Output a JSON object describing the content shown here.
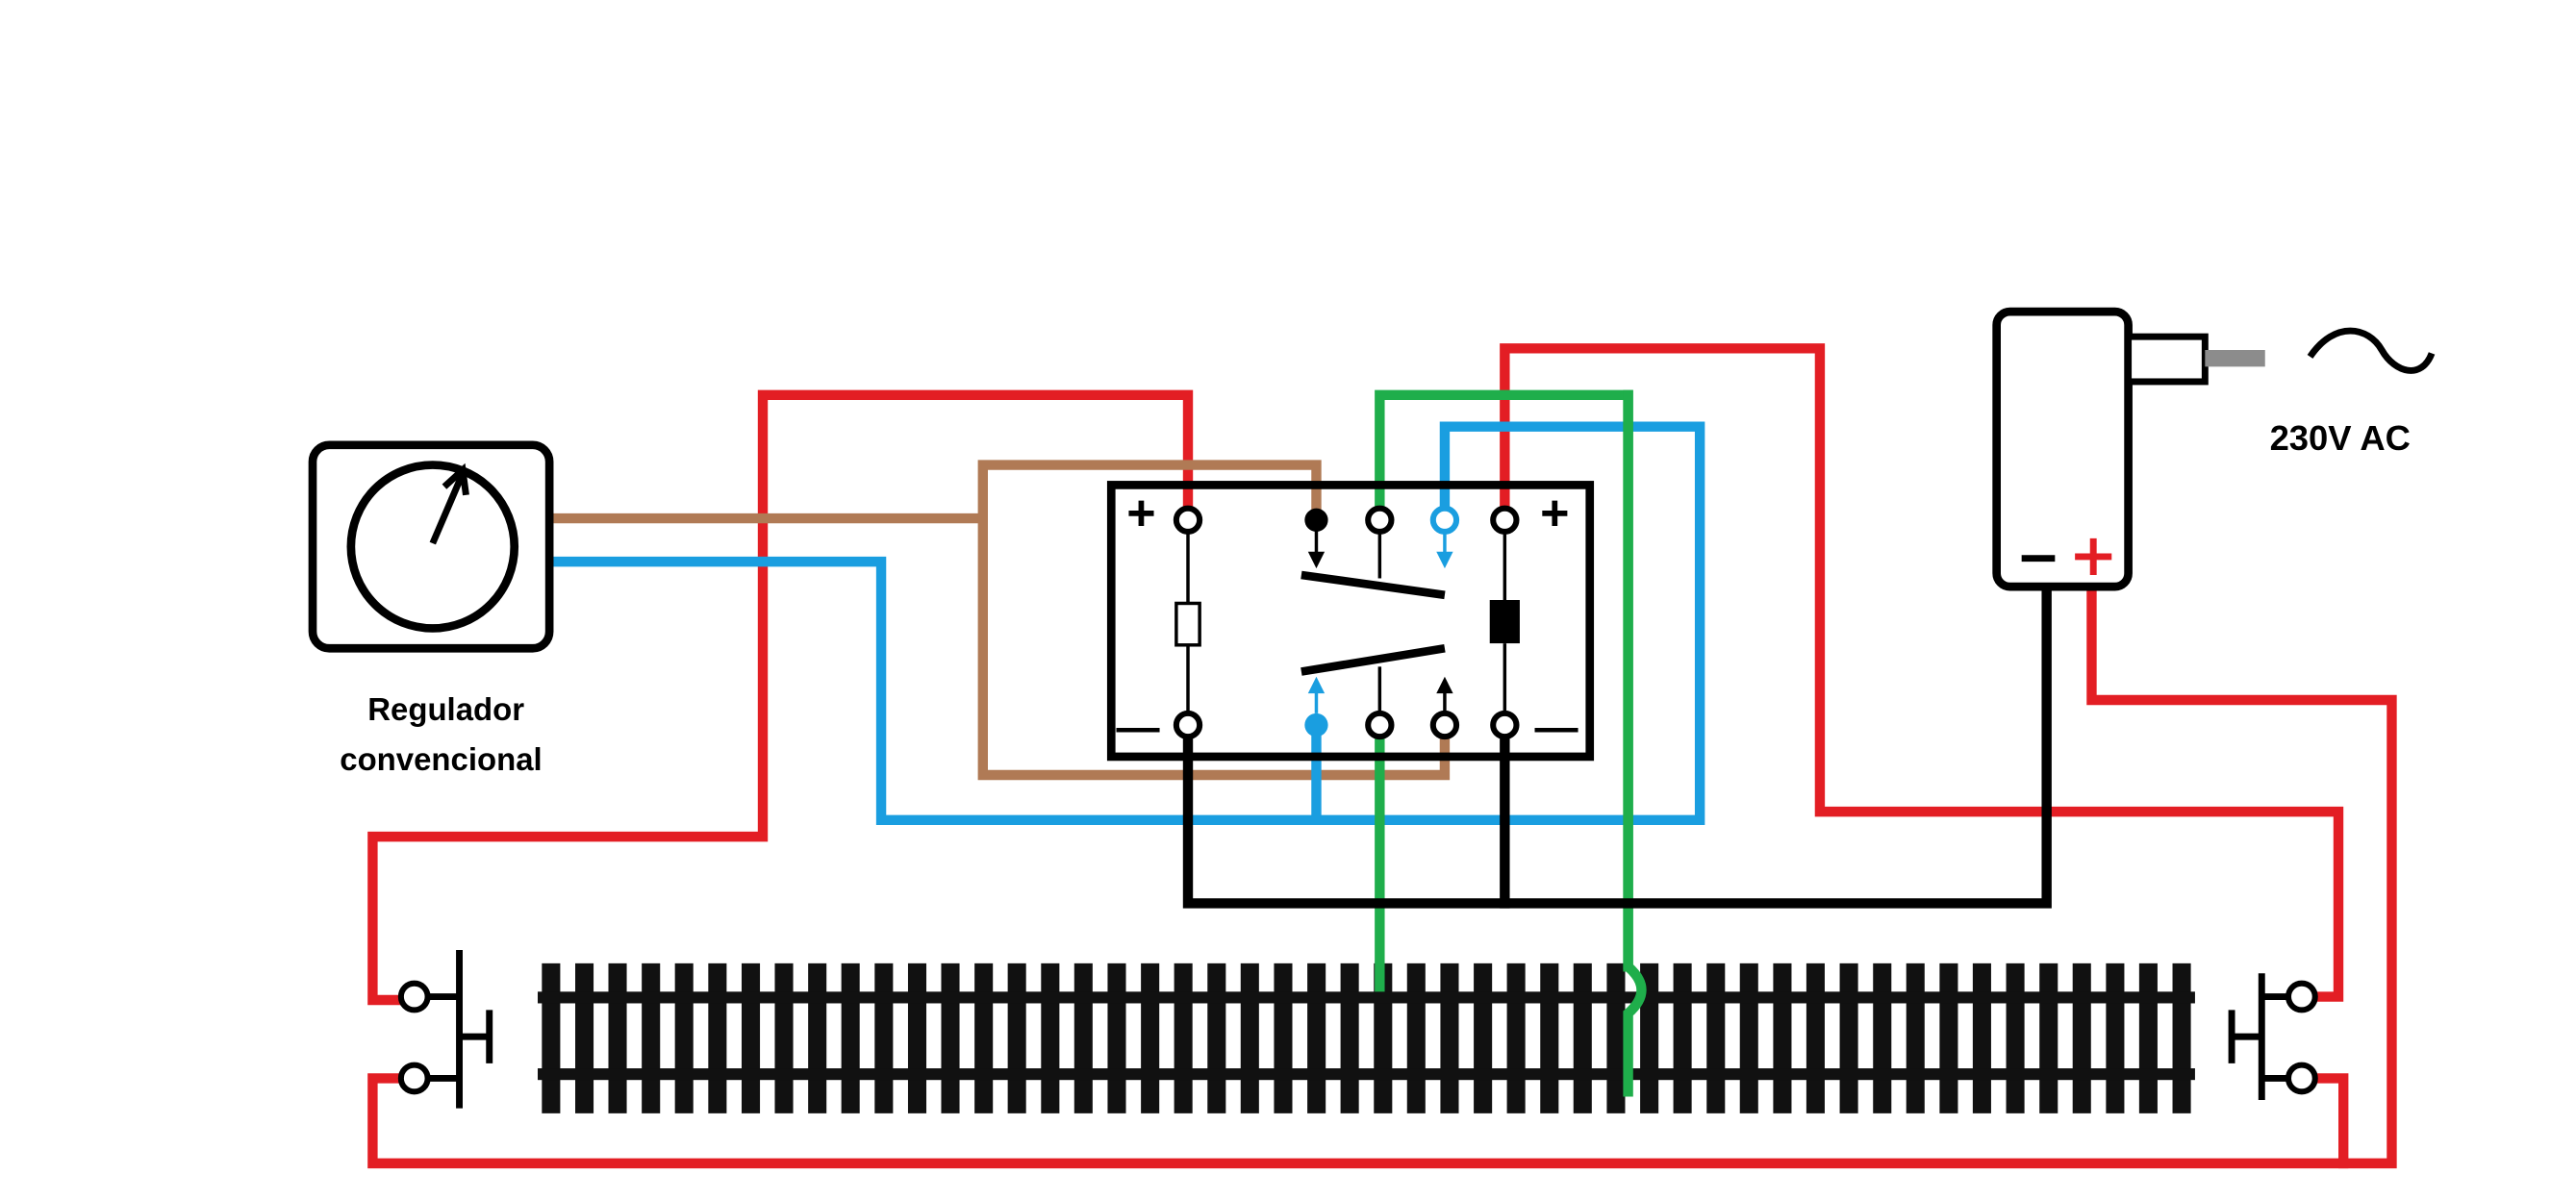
{
  "labels": {
    "regulator_line1": "Regulador",
    "regulator_line2": "convencional",
    "power_supply": "230V AC",
    "relay_plus_left": "+",
    "relay_plus_right": "+",
    "relay_minus_left": "—",
    "relay_minus_right": "—",
    "supply_minus": "–",
    "supply_plus": "+",
    "ac_symbol": "~"
  },
  "colors": {
    "red": "#e31e24",
    "blue": "#1a9ee0",
    "green": "#1fae4b",
    "brown": "#b07a55",
    "black": "#000000"
  }
}
